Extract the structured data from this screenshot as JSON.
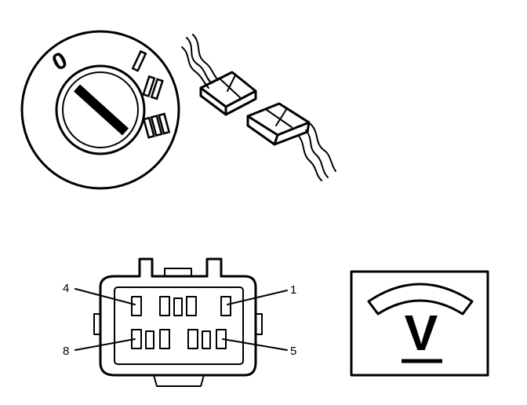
{
  "ignition_switch": {
    "off_mark": "0",
    "positions": [
      "I",
      "II",
      "III"
    ]
  },
  "connector": {
    "pin_labels": {
      "top_left": "4",
      "top_right": "1",
      "bottom_left": "8",
      "bottom_right": "5"
    }
  },
  "voltmeter": {
    "symbol": "V"
  }
}
